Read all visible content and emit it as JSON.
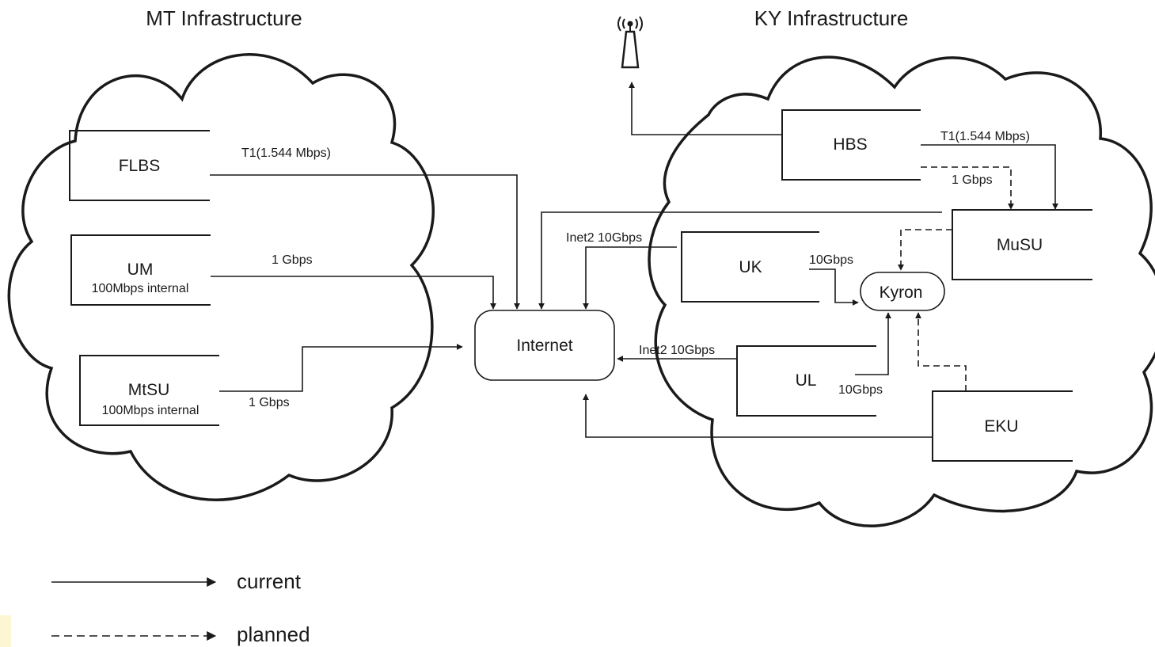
{
  "titles": {
    "mt": "MT Infrastructure",
    "ky": "KY Infrastructure"
  },
  "nodes": {
    "flbs": "FLBS",
    "um": "UM",
    "um_sub": "100Mbps internal",
    "mtsu": "MtSU",
    "mtsu_sub": "100Mbps internal",
    "internet": "Internet",
    "hbs": "HBS",
    "musu": "MuSU",
    "uk": "UK",
    "kyron": "Kyron",
    "ul": "UL",
    "eku": "EKU"
  },
  "links": {
    "flbs_internet": "T1(1.544 Mbps)",
    "um_internet": "1 Gbps",
    "mtsu_internet": "1 Gbps",
    "hbs_musu_current": "T1(1.544 Mbps)",
    "hbs_musu_planned": "1 Gbps",
    "uk_internet": "Inet2 10Gbps",
    "uk_kyron": "10Gbps",
    "ul_internet": "Inet2 10Gbps",
    "ul_kyron": "10Gbps"
  },
  "legend": {
    "current": "current",
    "planned": "planned"
  },
  "colors": {
    "line": "#1a1a1a",
    "background": "#ffffff",
    "edge_tint": "#fdf6d3"
  }
}
